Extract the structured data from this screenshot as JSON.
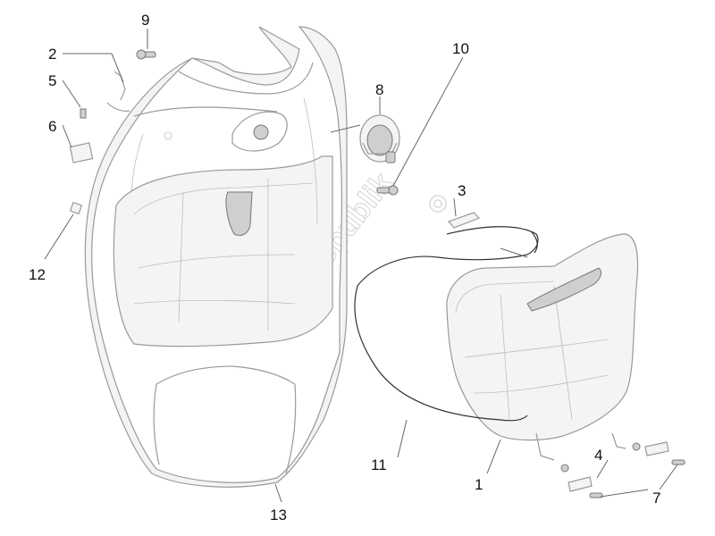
{
  "diagram": {
    "watermark": "PartsRepublik",
    "callouts": [
      {
        "id": "c1",
        "label": "1"
      },
      {
        "id": "c2",
        "label": "2"
      },
      {
        "id": "c3",
        "label": "3"
      },
      {
        "id": "c4",
        "label": "4"
      },
      {
        "id": "c5",
        "label": "5"
      },
      {
        "id": "c6",
        "label": "6"
      },
      {
        "id": "c7",
        "label": "7"
      },
      {
        "id": "c8",
        "label": "8"
      },
      {
        "id": "c9",
        "label": "9"
      },
      {
        "id": "c10",
        "label": "10"
      },
      {
        "id": "c11",
        "label": "11"
      },
      {
        "id": "c12",
        "label": "12"
      },
      {
        "id": "c13",
        "label": "13"
      }
    ]
  }
}
